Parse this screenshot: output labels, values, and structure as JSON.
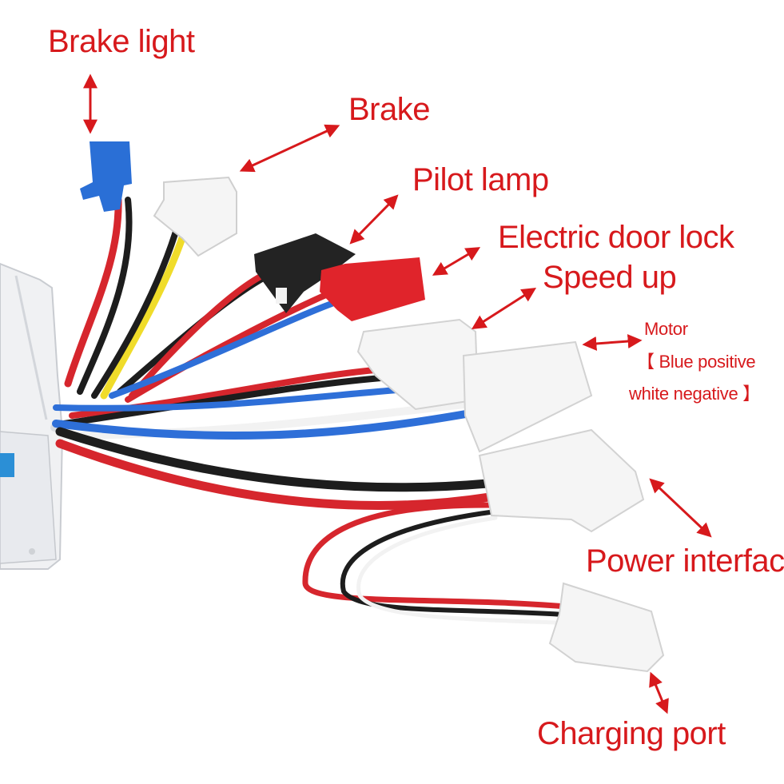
{
  "colors": {
    "label": "#d7191c",
    "arrow": "#d7191c",
    "wire_red": "#d6262d",
    "wire_black": "#1d1d1d",
    "wire_blue": "#2e6fd8",
    "wire_yellow": "#f0dc2a",
    "wire_white": "#f2f2f2",
    "connector_white": "#f5f5f5",
    "connector_blue": "#2a6fd6",
    "connector_red": "#e0242b",
    "connector_black": "#232323"
  },
  "labels": {
    "brake_light": "Brake light",
    "brake": "Brake",
    "pilot_lamp": "Pilot lamp",
    "electric_door_lock": "Electric door lock",
    "speed_up": "Speed up",
    "motor_line1": "Motor",
    "motor_line2": "【 Blue positive",
    "motor_line3": "white negative 】",
    "power_interface": "Power interface",
    "charging_port": "Charging port"
  },
  "icons": [
    "double-headed-arrow"
  ]
}
